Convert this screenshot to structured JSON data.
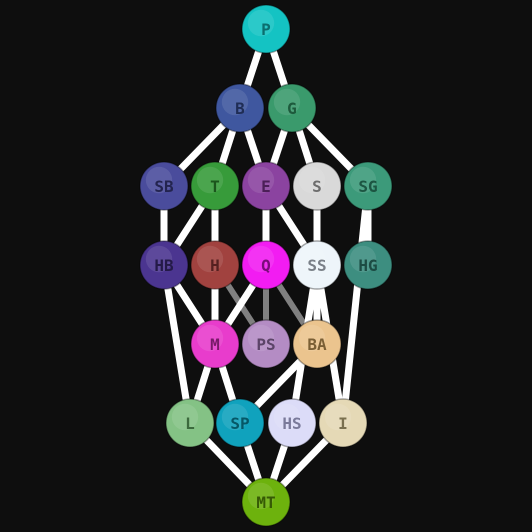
{
  "background": "#0e0e0e",
  "nodes": [
    {
      "id": "P",
      "label": "P",
      "color": "#14c3c3",
      "text": "#0b6e6e"
    },
    {
      "id": "B",
      "label": "B",
      "color": "#3f579f",
      "text": "#1f2d55"
    },
    {
      "id": "G",
      "label": "G",
      "color": "#3a9a6c",
      "text": "#1d5a3c"
    },
    {
      "id": "SB",
      "label": "SB",
      "color": "#4a4c9c",
      "text": "#23244f"
    },
    {
      "id": "T",
      "label": "T",
      "color": "#379b3a",
      "text": "#1b551c"
    },
    {
      "id": "E",
      "label": "E",
      "color": "#8b43a0",
      "text": "#4b1f57"
    },
    {
      "id": "S",
      "label": "S",
      "color": "#d9d9d9",
      "text": "#6d6d6d"
    },
    {
      "id": "SG",
      "label": "SG",
      "color": "#3c9a7a",
      "text": "#1c5542"
    },
    {
      "id": "HB",
      "label": "HB",
      "color": "#4b3590",
      "text": "#241a48"
    },
    {
      "id": "H",
      "label": "H",
      "color": "#a1423f",
      "text": "#552020"
    },
    {
      "id": "Q",
      "label": "Q",
      "color": "#f21cf2",
      "text": "#7a0b7a"
    },
    {
      "id": "SS",
      "label": "SS",
      "color": "#eef5fa",
      "text": "#7a8088"
    },
    {
      "id": "HG",
      "label": "HG",
      "color": "#3d8e80",
      "text": "#1c4c44"
    },
    {
      "id": "M",
      "label": "M",
      "color": "#e83ccc",
      "text": "#781a69"
    },
    {
      "id": "PS",
      "label": "PS",
      "color": "#b48cc4",
      "text": "#5c4468"
    },
    {
      "id": "BA",
      "label": "BA",
      "color": "#ebc48e",
      "text": "#7a5f35"
    },
    {
      "id": "L",
      "label": "L",
      "color": "#84c285",
      "text": "#3c6a3d"
    },
    {
      "id": "SP",
      "label": "SP",
      "color": "#10a2bd",
      "text": "#055766"
    },
    {
      "id": "HS",
      "label": "HS",
      "color": "#dcdcf8",
      "text": "#7a7a9a"
    },
    {
      "id": "I",
      "label": "I",
      "color": "#e5d9b6",
      "text": "#7a704f"
    },
    {
      "id": "MT",
      "label": "MT",
      "color": "#6db20d",
      "text": "#365a05"
    }
  ],
  "edges": [
    {
      "from": "P",
      "to": "B",
      "style": "primary"
    },
    {
      "from": "P",
      "to": "G",
      "style": "primary"
    },
    {
      "from": "B",
      "to": "SB",
      "style": "primary"
    },
    {
      "from": "B",
      "to": "T",
      "style": "primary"
    },
    {
      "from": "B",
      "to": "E",
      "style": "primary"
    },
    {
      "from": "G",
      "to": "E",
      "style": "primary"
    },
    {
      "from": "G",
      "to": "S",
      "style": "primary"
    },
    {
      "from": "G",
      "to": "SG",
      "style": "primary"
    },
    {
      "from": "SB",
      "to": "HB",
      "style": "primary"
    },
    {
      "from": "T",
      "to": "HB",
      "style": "primary"
    },
    {
      "from": "T",
      "to": "H",
      "style": "primary"
    },
    {
      "from": "E",
      "to": "Q",
      "style": "primary"
    },
    {
      "from": "E",
      "to": "SS",
      "style": "primary"
    },
    {
      "from": "S",
      "to": "SS",
      "style": "primary"
    },
    {
      "from": "SG",
      "to": "HG",
      "style": "primary"
    },
    {
      "from": "SG",
      "to": "I",
      "style": "primary"
    },
    {
      "from": "HB",
      "to": "M",
      "style": "primary"
    },
    {
      "from": "HB",
      "to": "L",
      "style": "primary"
    },
    {
      "from": "H",
      "to": "M",
      "style": "primary"
    },
    {
      "from": "H",
      "to": "PS",
      "style": "secondary"
    },
    {
      "from": "Q",
      "to": "M",
      "style": "primary"
    },
    {
      "from": "Q",
      "to": "PS",
      "style": "secondary"
    },
    {
      "from": "Q",
      "to": "BA",
      "style": "secondary"
    },
    {
      "from": "SS",
      "to": "BA",
      "style": "primary"
    },
    {
      "from": "SS",
      "to": "HS",
      "style": "primary"
    },
    {
      "from": "SS",
      "to": "I",
      "style": "primary"
    },
    {
      "from": "M",
      "to": "L",
      "style": "primary"
    },
    {
      "from": "M",
      "to": "SP",
      "style": "primary"
    },
    {
      "from": "BA",
      "to": "SP",
      "style": "primary"
    },
    {
      "from": "L",
      "to": "MT",
      "style": "primary"
    },
    {
      "from": "SP",
      "to": "MT",
      "style": "primary"
    },
    {
      "from": "HS",
      "to": "MT",
      "style": "primary"
    },
    {
      "from": "I",
      "to": "MT",
      "style": "primary"
    }
  ],
  "edge_colors": {
    "primary": "#ffffff",
    "secondary": "#808080"
  }
}
